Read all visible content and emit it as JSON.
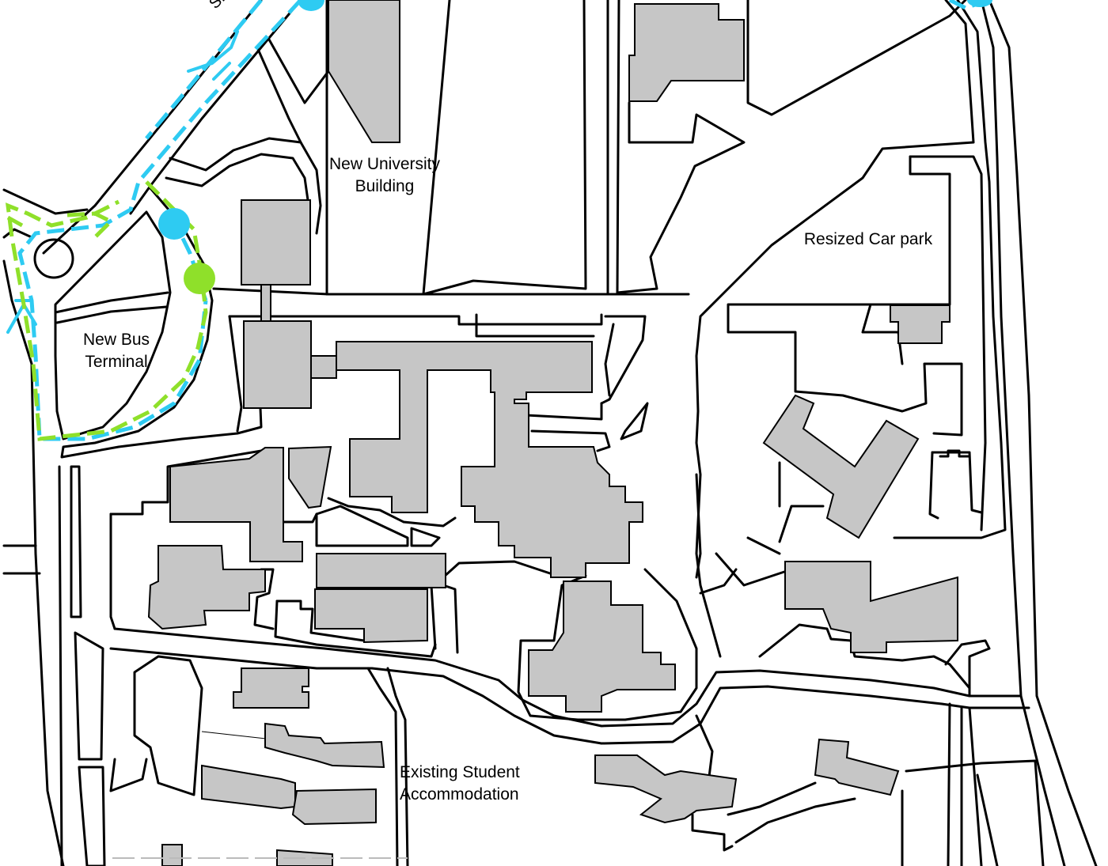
{
  "map": {
    "labels": {
      "street": "Sha",
      "new_university_building": "New University\nBuilding",
      "resized_car_park": "Resized Car park",
      "new_bus_terminal": "New Bus\nTerminal",
      "existing_student_accommodation": "Existing Student\nAccommodation"
    },
    "route_colors": {
      "bus_route": "#2ecbf2",
      "green_route": "#8fe02a",
      "building_fill": "#c6c6c6"
    },
    "markers": [
      {
        "name": "bus-stop-marker",
        "color": "#2ecbf2"
      },
      {
        "name": "green-route-marker",
        "color": "#8fe02a"
      }
    ]
  }
}
